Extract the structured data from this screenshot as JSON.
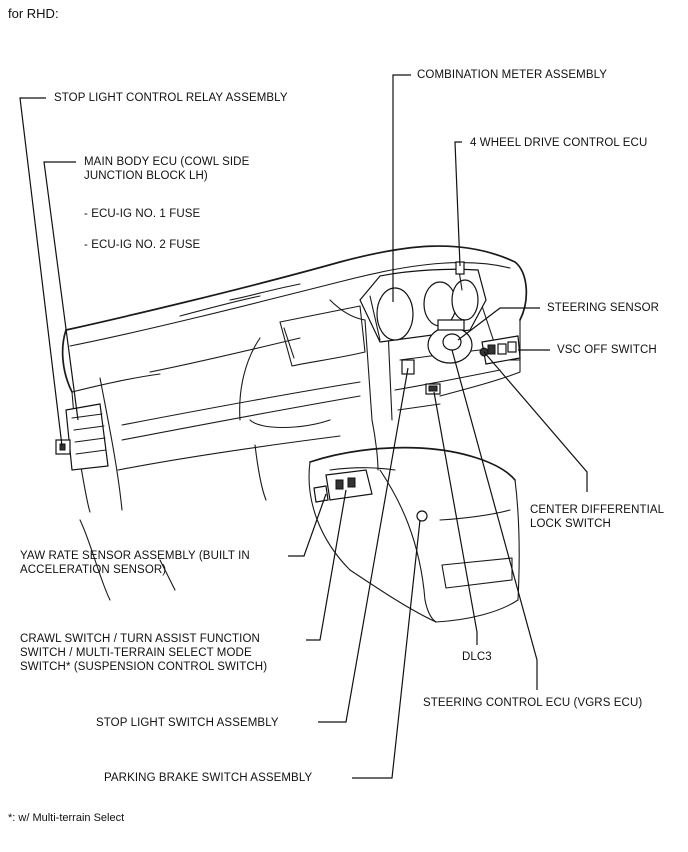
{
  "header": {
    "title": "for RHD:"
  },
  "labels": {
    "stop_light_control_relay": "STOP LIGHT CONTROL RELAY ASSEMBLY",
    "main_body_ecu_1": "MAIN BODY ECU (COWL SIDE",
    "main_body_ecu_2": "JUNCTION BLOCK LH)",
    "ecu_ig_no1": "- ECU-IG NO. 1 FUSE",
    "ecu_ig_no2": "- ECU-IG NO. 2 FUSE",
    "combination_meter": "COMBINATION METER ASSEMBLY",
    "four_wd_ecu": "4 WHEEL DRIVE CONTROL ECU",
    "steering_sensor": "STEERING SENSOR",
    "vsc_off_switch": "VSC OFF SWITCH",
    "center_diff_1": "CENTER DIFFERENTIAL",
    "center_diff_2": "LOCK SWITCH",
    "yaw_rate_1": "YAW RATE SENSOR ASSEMBLY (BUILT IN",
    "yaw_rate_2": "ACCELERATION SENSOR)",
    "crawl_1": "CRAWL SWITCH / TURN ASSIST FUNCTION",
    "crawl_2": "SWITCH / MULTI-TERRAIN SELECT MODE",
    "crawl_3": "SWITCH* (SUSPENSION CONTROL SWITCH)",
    "dlc3": "DLC3",
    "steering_control_ecu": "STEERING CONTROL ECU (VGRS ECU)",
    "stop_light_switch": "STOP LIGHT SWITCH ASSEMBLY",
    "parking_brake_switch": "PARKING BRAKE SWITCH ASSEMBLY"
  },
  "footnote": "*: w/ Multi-terrain Select"
}
